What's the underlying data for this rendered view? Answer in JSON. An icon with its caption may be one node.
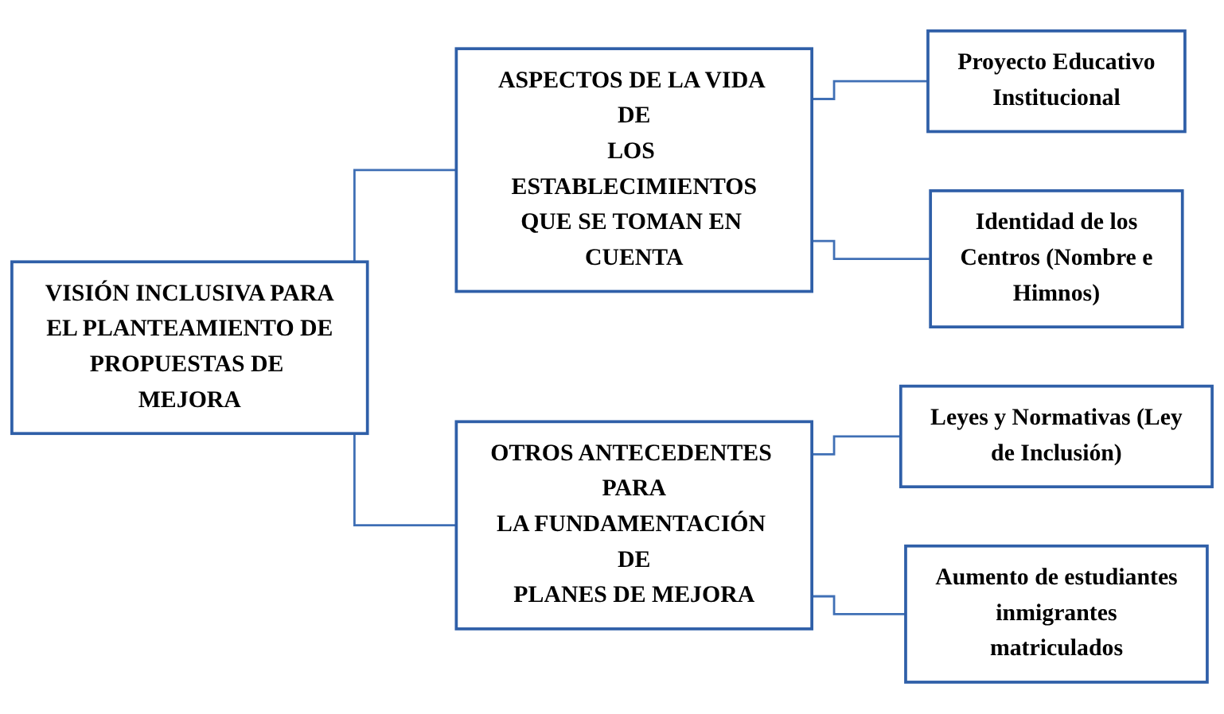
{
  "diagram": {
    "nodes": [
      {
        "text": [
          "VISIÓN INCLUSIVA PARA EL PLANTEAMIENTO DE PROPUESTAS DE MEJORA"
        ]
      },
      {
        "text": [
          "ASPECTOS DE LA VIDA DE LOS ESTABLECIMIENTOS QUE SE TOMAN EN CUENTA"
        ]
      },
      {
        "text": [
          "Proyecto Educativo Institucional"
        ]
      },
      {
        "text": [
          "Identidad de los Centros (Nombre e Himnos)"
        ]
      },
      {
        "text": [
          "OTROS ANTECEDENTES PARA LA FUNDAMENTACIÓN DE PLANES DE MEJORA"
        ]
      },
      {
        "text": [
          "Leyes y Normativas (Ley de Inclusión)"
        ]
      },
      {
        "text": [
          "Aumento de estudiantes inmigrantes matriculados"
        ]
      }
    ],
    "edges": [
      {
        "from": 0,
        "to": 1,
        "arrow": "none"
      },
      {
        "from": 0,
        "to": 4,
        "arrow": "none"
      },
      {
        "from": 1,
        "to": 2,
        "arrow": "none"
      },
      {
        "from": 1,
        "to": 3,
        "arrow": "none"
      },
      {
        "from": 4,
        "to": 5,
        "arrow": "none"
      },
      {
        "from": 4,
        "to": 6,
        "arrow": "none"
      }
    ]
  }
}
